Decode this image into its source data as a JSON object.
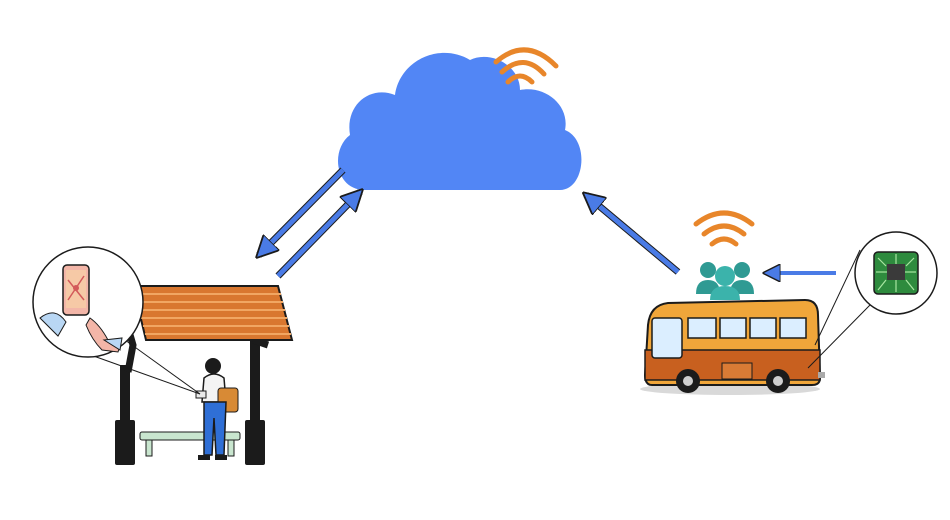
{
  "diagram": {
    "description_nodes": [
      {
        "id": "cloud",
        "icon": "cloud-icon"
      },
      {
        "id": "bus-stop",
        "icon": "bus-stop-shelter-icon"
      },
      {
        "id": "passenger",
        "icon": "person-icon"
      },
      {
        "id": "phone-app",
        "icon": "smartphone-map-icon"
      },
      {
        "id": "bus",
        "icon": "bus-icon"
      },
      {
        "id": "onboard-chip",
        "icon": "microchip-icon"
      },
      {
        "id": "passenger-count",
        "icon": "people-group-icon"
      }
    ],
    "edges": [
      {
        "from": "cloud",
        "to": "bus-stop"
      },
      {
        "from": "bus-stop",
        "to": "cloud"
      },
      {
        "from": "passenger-count",
        "to": "cloud"
      },
      {
        "from": "onboard-chip",
        "to": "passenger-count"
      }
    ],
    "colors": {
      "cloud": "#5286f5",
      "arrow": "#4a7be6",
      "wifi": "#e8862a",
      "roof": "#d9772f",
      "bus_body": "#f0a63a",
      "bus_dark": "#c8601f",
      "people": "#2f9a93",
      "chip": "#2e8b3e",
      "pants": "#2f6fd6",
      "bag": "#d88a35"
    }
  }
}
